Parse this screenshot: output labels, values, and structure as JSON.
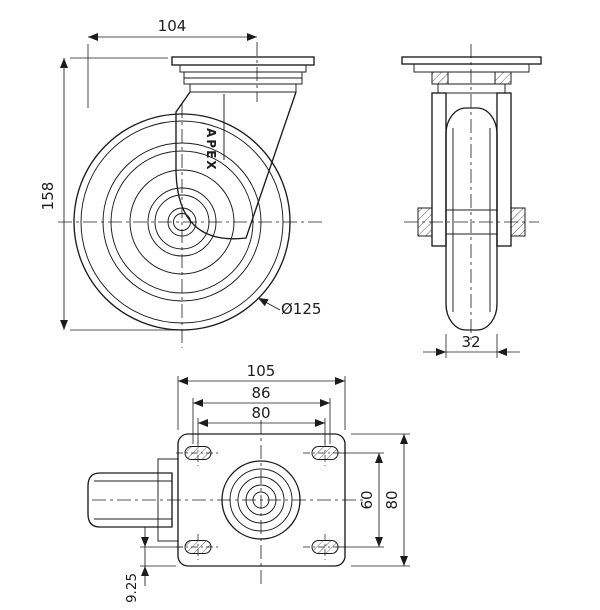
{
  "drawing": {
    "type": "technical-drawing",
    "subject": "swivel-plate-caster-three-views",
    "colors": {
      "line": "#1c1c1c",
      "background": "#ffffff"
    },
    "views": {
      "side": {
        "dim_width": "104",
        "dim_height": "158",
        "dim_wheel_diameter": "Ø125",
        "brand": "APEX"
      },
      "front": {
        "dim_wheel_width": "32"
      },
      "plan": {
        "dim_plate_length": "105",
        "dim_slot_span": "86",
        "dim_hole_spacing_x": "80",
        "dim_hole_spacing_y": "60",
        "dim_plate_width": "80",
        "dim_slot_offset": "9.25"
      }
    }
  }
}
